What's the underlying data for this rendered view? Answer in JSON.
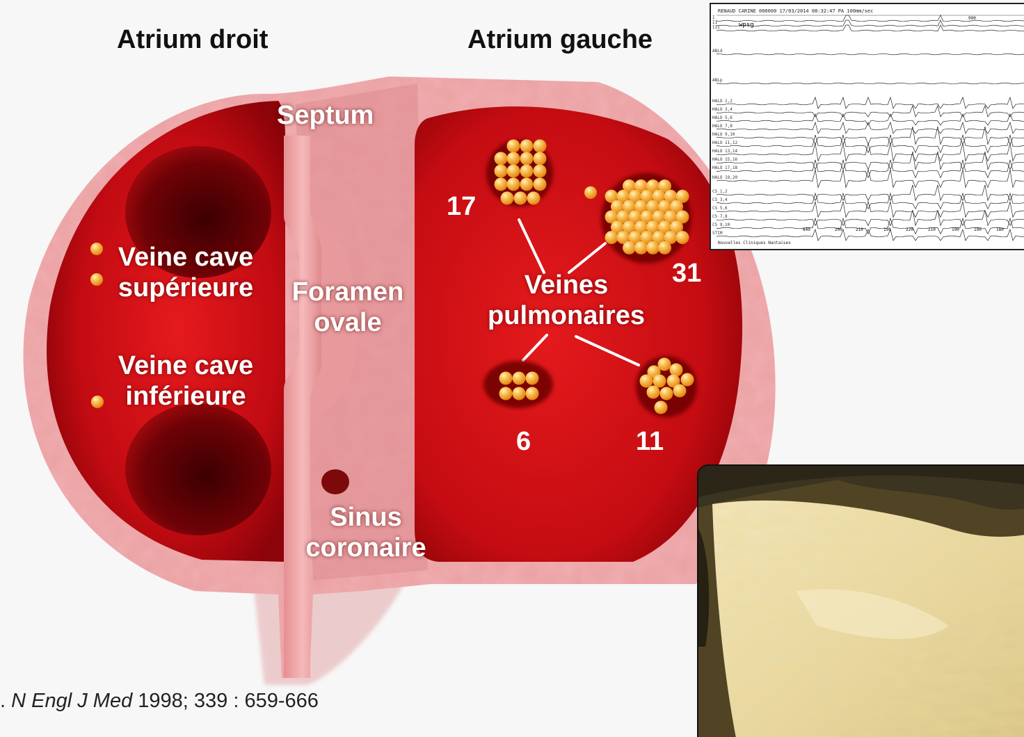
{
  "diagram": {
    "header_right_atrium": "Atrium droit",
    "header_left_atrium": "Atrium gauche",
    "label_septum": "Septum",
    "label_foramen": [
      "Foramen",
      "ovale"
    ],
    "label_vcs": [
      "Veine cave",
      "supérieure"
    ],
    "label_vci": [
      "Veine cave",
      "inférieure"
    ],
    "label_sinus": [
      "Sinus",
      "coronaire"
    ],
    "label_pulm": [
      "Veines",
      "pulmonaires"
    ],
    "count_top_left": "17",
    "count_top_right": "31",
    "count_bottom_left": "6",
    "count_bottom_right": "11"
  },
  "reference": {
    "prefix": ". ",
    "journal": "N Engl J Med",
    "citation": " 1998; 339 : 659-666"
  },
  "ecg_panel": {
    "header": "RENAUD CARINE        000000     17/03/2014 08:32:47 PA                                  100mm/sec",
    "footer": "Nouvelles Cliniques Nantaises",
    "annotation": "wpsg",
    "channels": [
      "I",
      "II",
      "III",
      "ABLd",
      "ABLp",
      "HALO 1,2",
      "HALO 3,4",
      "HALO 5,6",
      "HALO 7,8",
      "HALO 9,10",
      "HALO 11,12",
      "HALO 13,14",
      "HALO 15,16",
      "HALO 17,18",
      "HALO 19,20",
      "CS 1,2",
      "CS 3,4",
      "CS 5,6",
      "CS 7,8",
      "CS 9,10",
      "STIM"
    ],
    "intervals": [
      "990",
      "840",
      "200",
      "210",
      "190",
      "220",
      "210",
      "190",
      "190",
      "180"
    ]
  },
  "colors": {
    "tissue": "#eaa0a2",
    "chamber_red": "#c80b12",
    "chamber_dark": "#8e0208",
    "focus_orange": "#f7a21c",
    "background": "#f7f7f7"
  }
}
